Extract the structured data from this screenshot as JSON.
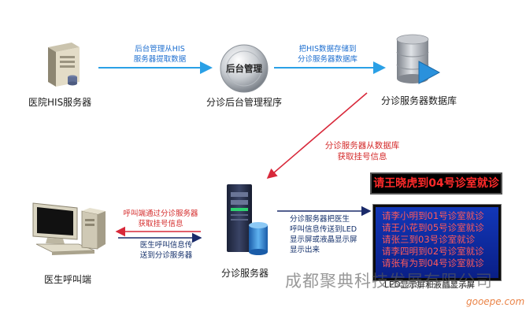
{
  "nodes": {
    "his_server": "医院HIS服务器",
    "mgmt_program": "分诊后台管理程序",
    "mgmt_disk": "后台管理",
    "db": "分诊服务器数据库",
    "triage_server": "分诊服务器",
    "doctor_terminal": "医生呼叫端",
    "led_display": "LED显示屏和液晶显示屏"
  },
  "edges": {
    "his_to_mgmt": [
      "后台管理从HIS",
      "服务器提取数据"
    ],
    "mgmt_to_db": [
      "把HIS数据存储到",
      "分诊服务器数据库"
    ],
    "db_to_server": [
      "分诊服务器从数据库",
      "获取挂号信息"
    ],
    "terminal_from_server": [
      "呼叫端通过分诊服务器",
      "获取挂号信息"
    ],
    "terminal_to_server": [
      "医生呼叫信息传",
      "送到分诊服务器"
    ],
    "server_to_display": [
      "分诊服务器把医生",
      "呼叫信息传送到LED",
      "显示屏或液晶显示屏",
      "显示出来"
    ]
  },
  "led_bar": "请王晓虎到04号诊室就诊",
  "lcd_rows": [
    "请李小明到01号诊室就诊",
    "请王小花到05号诊室就诊",
    "请张三到03号诊室就诊",
    "请李四明到02号诊室就诊",
    "请张有为到04号诊室就诊"
  ],
  "company": "成都聚典科技发展有限公司",
  "watermark": "gooepe.com",
  "colors": {
    "arrow_blue": "#2aa0e6",
    "arrow_red": "#d8283a",
    "arrow_navy": "#1a2a6a",
    "led_text": "#ff2a2a",
    "panel_bg": "#1237b8"
  }
}
